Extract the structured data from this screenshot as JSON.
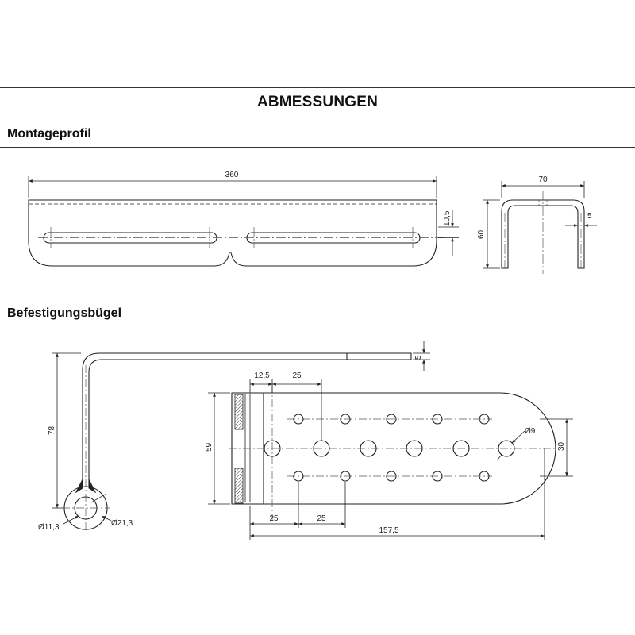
{
  "title": "ABMESSUNGEN",
  "sections": [
    {
      "label": "Montageprofil"
    },
    {
      "label": "Befestigungsbügel"
    }
  ],
  "dimensions": {
    "profile_length": "360",
    "profile_offset": "10,5",
    "profile_width": "70",
    "profile_height": "60",
    "profile_thickness": "5",
    "bracket_height": "78",
    "bracket_thickness": "5",
    "hole_small_dia": "Ø11,3",
    "hole_large_dia": "Ø21,3",
    "first_hole": "12,5",
    "pitch_top": "25",
    "plate_height": "59",
    "perf_dia": "Ø9",
    "row_spacing": "30",
    "pitch_bottom_1": "25",
    "pitch_bottom_2": "25",
    "plate_length": "157,5"
  }
}
